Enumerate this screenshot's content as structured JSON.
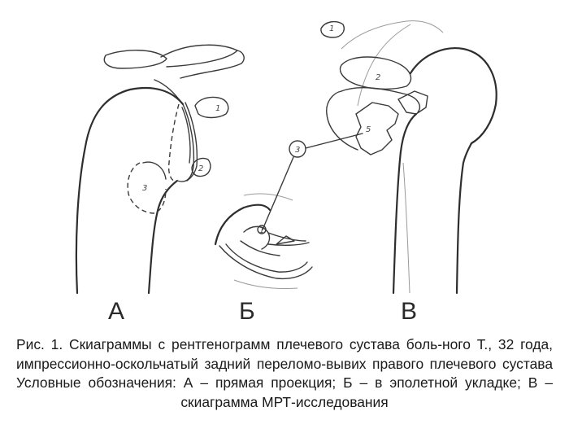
{
  "figure": {
    "panels": [
      {
        "label": "А",
        "markers": [
          "1",
          "2",
          "3"
        ]
      },
      {
        "label": "Б",
        "markers": [
          "1"
        ]
      },
      {
        "label": "В",
        "markers": [
          "1",
          "2",
          "3",
          "5"
        ]
      }
    ]
  },
  "caption": "Рис. 1. Скиаграммы с рентгенограмм плечевого сустава боль-ного Т., 32 года, импрессионно-оскольчатый задний переломо-вывих правого плечевого сустава Условные обозначения: А – прямая проекция; Б – в эполетной укладке; В – скиаграмма МРТ-исследования"
}
